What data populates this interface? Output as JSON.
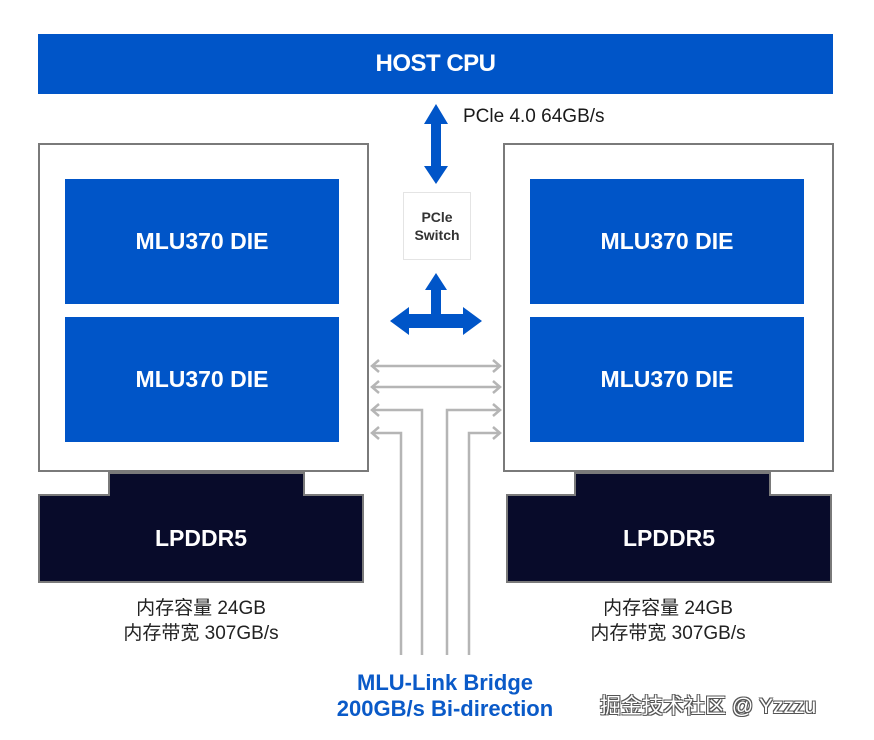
{
  "host": {
    "label": "HOST CPU"
  },
  "pcie_link": {
    "label": "PCle 4.0 64GB/s"
  },
  "pcie_switch": {
    "line1": "PCle",
    "line2": "Switch"
  },
  "cards": [
    {
      "dies": [
        "MLU370 DIE",
        "MLU370 DIE"
      ],
      "memory": {
        "label": "LPDDR5",
        "capacity": "内存容量 24GB",
        "bandwidth": "内存带宽 307GB/s"
      }
    },
    {
      "dies": [
        "MLU370 DIE",
        "MLU370 DIE"
      ],
      "memory": {
        "label": "LPDDR5",
        "capacity": "内存容量 24GB",
        "bandwidth": "内存带宽 307GB/s"
      }
    }
  ],
  "bridge": {
    "line1": "MLU-Link Bridge",
    "line2": "200GB/s Bi-direction",
    "link_count": 4
  },
  "watermark": "掘金技术社区 @ Yzzzu",
  "colors": {
    "accent_blue": "#0055c8",
    "memory_navy": "#080b2a",
    "bridge_text": "#0a5ac8",
    "link_gray": "#b5b5b5"
  }
}
